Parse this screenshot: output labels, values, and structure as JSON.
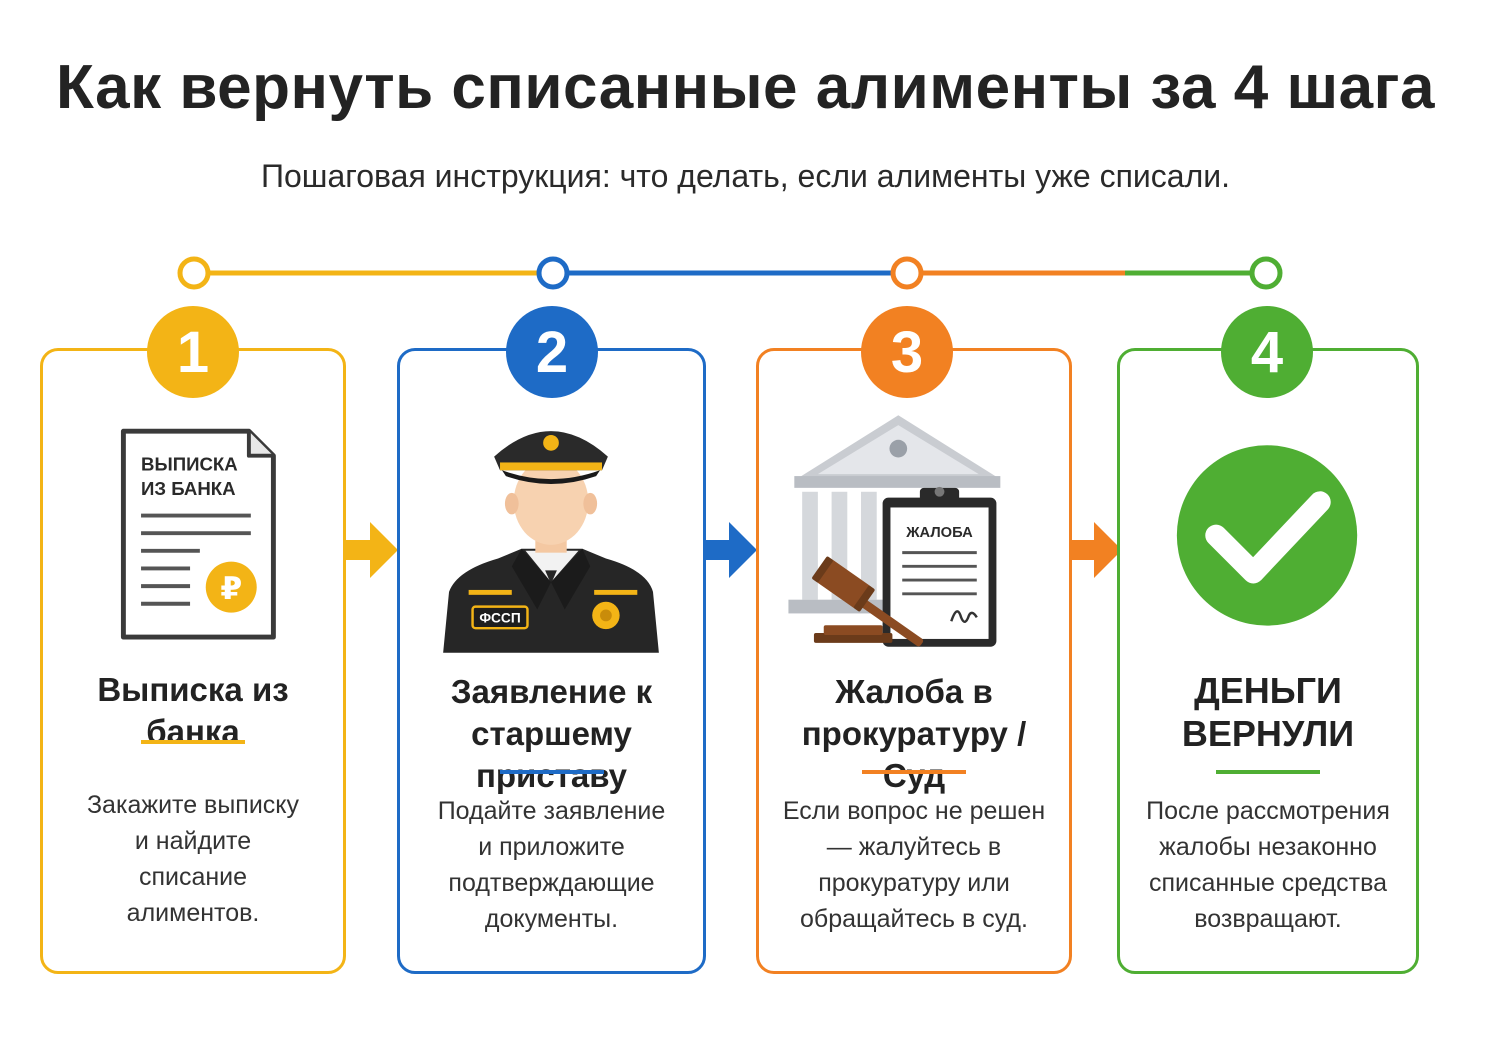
{
  "header": {
    "title": "Как вернуть списанные алименты за 4 шага",
    "subtitle": "Пошаговая инструкция: что делать, если алименты уже списали."
  },
  "colors": {
    "yellow": "#F3B416",
    "blue": "#1E6BC6",
    "orange": "#F28122",
    "green": "#4FAE33"
  },
  "steps": [
    {
      "number": "1",
      "icon": "bank-statement-icon",
      "icon_text_line1": "ВЫПИСКА",
      "icon_text_line2": "ИЗ БАНКА",
      "icon_symbol": "₽",
      "title": "Выписка из банка",
      "text": "Закажите выписку и найдите списание алиментов."
    },
    {
      "number": "2",
      "icon": "bailiff-officer-icon",
      "icon_badge_text": "ФССП",
      "title": "Заявление к старшему приставу",
      "text": "Подайте заявление и приложите подтверждающие документы."
    },
    {
      "number": "3",
      "icon": "courthouse-complaint-icon",
      "icon_text": "ЖАЛОБА",
      "title": "Жалоба в прокуратуру / Суд",
      "text": "Если вопрос не решен — жалуйтесь в прокуратуру или обращайтесь в суд."
    },
    {
      "number": "4",
      "icon": "checkmark-icon",
      "title": "ДЕНЬГИ ВЕРНУЛИ",
      "text": "После рассмотрения жалобы незаконно списанные средства возвращают."
    }
  ]
}
